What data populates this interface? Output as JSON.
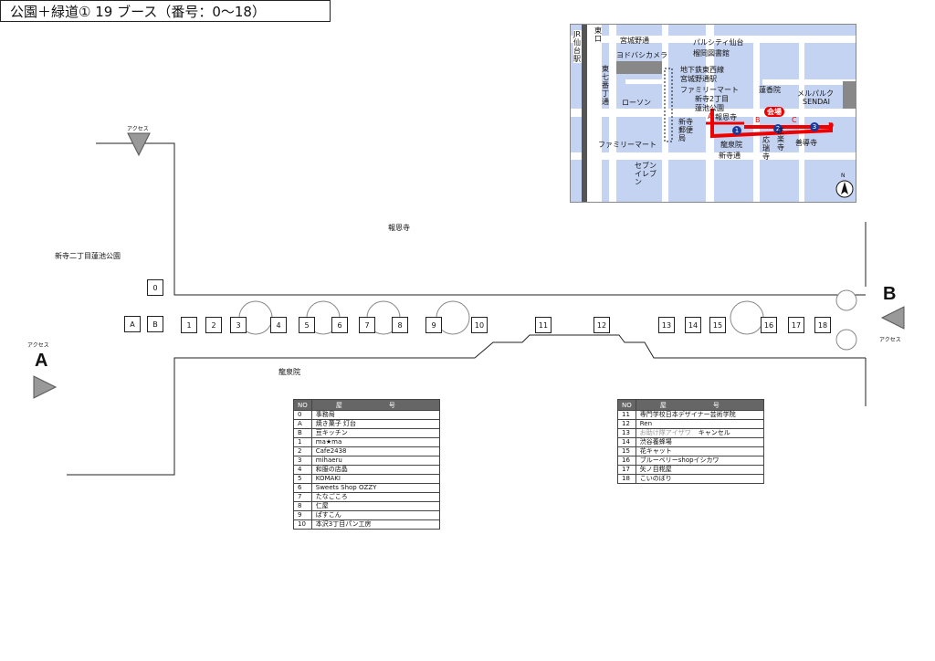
{
  "title": "公園＋緑道① 19 ブース（番号：0〜18）",
  "places": {
    "houonji": "報恩寺",
    "park": "新寺二丁目蓮池公園",
    "ryusenin": "龍泉院"
  },
  "access": {
    "a_letter": "A",
    "b_letter": "B",
    "label": "アクセス"
  },
  "booths": [
    "0",
    "A",
    "B",
    "1",
    "2",
    "3",
    "4",
    "5",
    "6",
    "7",
    "8",
    "9",
    "10",
    "11",
    "12",
    "13",
    "14",
    "15",
    "16",
    "17",
    "18"
  ],
  "table_headers": {
    "no": "NO",
    "name": "屋　号"
  },
  "list_left": [
    {
      "no": "0",
      "name": "事務局"
    },
    {
      "no": "A",
      "name": "焼き菓子 灯台"
    },
    {
      "no": "B",
      "name": "豆キッチン"
    },
    {
      "no": "1",
      "name": "ma★ma"
    },
    {
      "no": "2",
      "name": "Cafe2438"
    },
    {
      "no": "3",
      "name": "mihaeru"
    },
    {
      "no": "4",
      "name": "和服の店晶"
    },
    {
      "no": "5",
      "name": "KOMAKI"
    },
    {
      "no": "6",
      "name": "Sweets Shop OZZY"
    },
    {
      "no": "7",
      "name": "たなごころ"
    },
    {
      "no": "8",
      "name": "仁屋"
    },
    {
      "no": "9",
      "name": "ぱすこん"
    },
    {
      "no": "10",
      "name": "本沢3丁目パン工房"
    }
  ],
  "list_right": [
    {
      "no": "11",
      "name": "専門学校日本デザイナー芸術学院"
    },
    {
      "no": "12",
      "name": "Ren"
    },
    {
      "no": "13",
      "name": "お助け隊アイザワ",
      "note": "キャンセル"
    },
    {
      "no": "14",
      "name": "渋谷養蜂場"
    },
    {
      "no": "15",
      "name": "花キャット"
    },
    {
      "no": "16",
      "name": "ブルーベリーshopイシカワ"
    },
    {
      "no": "17",
      "name": "矢ノ目糀屋"
    },
    {
      "no": "18",
      "name": "こいのぼり"
    }
  ],
  "inset_map": {
    "jr_station": "JR仙台駅",
    "east_exit": "東口",
    "miyagino_dori": "宮城野通",
    "yodobashi": "ヨドバシカメラ",
    "parcity": "パルシティ仙台",
    "library": "榴岡図書館",
    "higashi7": "東七番丁通",
    "subway": "地下鉄東西線",
    "subway_station": "宮城野通駅",
    "famima1": "ファミリーマート",
    "shintera2": "新寺2丁目",
    "lawson": "ローソン",
    "hasuike": "蓮池公園",
    "renkoin": "蓮香院",
    "merparque": "メルパルク",
    "sendai": "SENDAI",
    "venue": "会場",
    "houonji": "報恩寺",
    "post": "新寺郵便局",
    "ryusenin": "龍泉院",
    "famima2": "ファミリーマート",
    "shinteradori": "新寺通",
    "seven": "セブンイレブン",
    "chiekozui": "正楽寺",
    "oozuiji": "応瑞寺",
    "zendoji": "善導寺",
    "north": "N",
    "points": [
      "A",
      "B",
      "C",
      "D"
    ],
    "circles": [
      "1",
      "2",
      "3"
    ]
  },
  "colors": {
    "map_block": "#c5d3f2",
    "route": "#e00000",
    "header": "#666666",
    "marker": "#1a3a9a"
  }
}
